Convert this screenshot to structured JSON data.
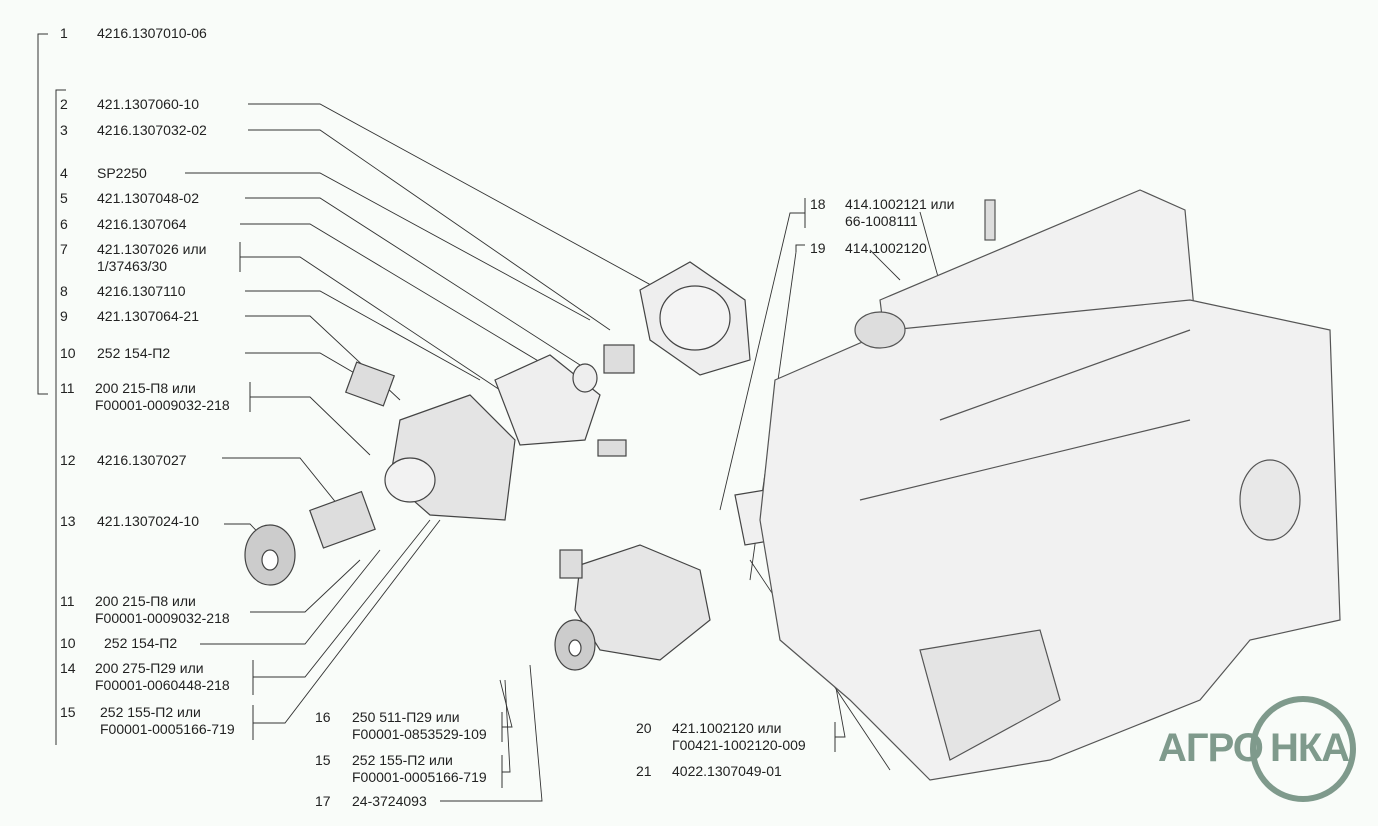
{
  "callouts": [
    {
      "num": "1",
      "part": "4216.1307010-06"
    },
    {
      "num": "2",
      "part": "421.1307060-10"
    },
    {
      "num": "3",
      "part": "4216.1307032-02"
    },
    {
      "num": "4",
      "part": "SP2250"
    },
    {
      "num": "5",
      "part": "421.1307048-02"
    },
    {
      "num": "6",
      "part": "4216.1307064"
    },
    {
      "num": "7",
      "part": "421.1307026 или",
      "part2": "1/37463/30"
    },
    {
      "num": "8",
      "part": "4216.1307110"
    },
    {
      "num": "9",
      "part": "421.1307064-21"
    },
    {
      "num": "10",
      "part": "252 154-П2"
    },
    {
      "num": "11",
      "part": "200 215-П8 или",
      "part2": "F00001-0009032-218"
    },
    {
      "num": "12",
      "part": "4216.1307027"
    },
    {
      "num": "13",
      "part": "421.1307024-10"
    },
    {
      "num": "11",
      "part": "200 215-П8 или",
      "part2": "F00001-0009032-218"
    },
    {
      "num": "10",
      "part": "252 154-П2"
    },
    {
      "num": "14",
      "part": "200 275-П29 или",
      "part2": "F00001-0060448-218"
    },
    {
      "num": "15",
      "part": "252 155-П2 или",
      "part2": "F00001-0005166-719"
    },
    {
      "num": "16",
      "part": "250 511-П29 или",
      "part2": "F00001-0853529-109"
    },
    {
      "num": "15",
      "part": "252 155-П2 или",
      "part2": "F00001-0005166-719"
    },
    {
      "num": "17",
      "part": "24-3724093"
    },
    {
      "num": "18",
      "part": "414.1002121 или",
      "part2": "66-1008111"
    },
    {
      "num": "19",
      "part": "414.1002120"
    },
    {
      "num": "20",
      "part": "421.1002120 или",
      "part2": "Г00421-1002120-009"
    },
    {
      "num": "21",
      "part": "4022.1307049-01"
    }
  ],
  "logo": {
    "left": "АГРО",
    "right": "НКА",
    "color": "#7f9a8c"
  }
}
